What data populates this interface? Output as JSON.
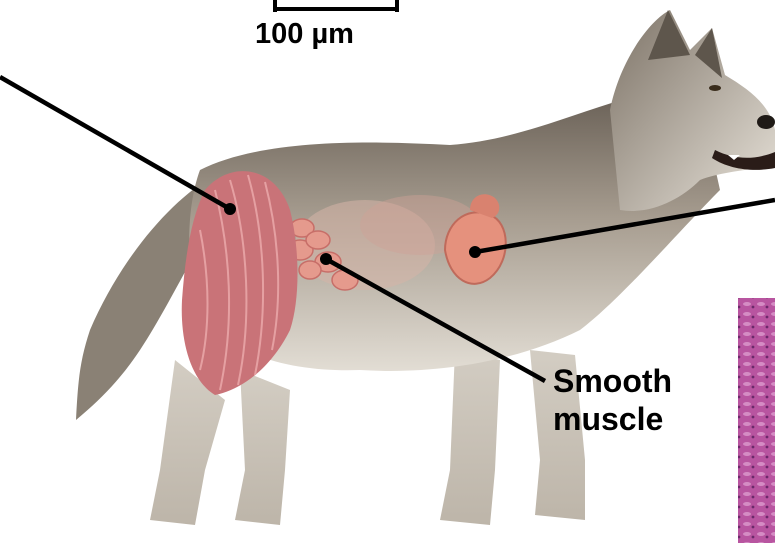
{
  "scale_bar": {
    "label": "100 µm"
  },
  "labels": {
    "smooth_muscle_line1": "Smooth",
    "smooth_muscle_line2": "muscle"
  },
  "colors": {
    "fur_dark": "#6f665b",
    "fur_mid": "#9a9084",
    "fur_light": "#dcd6cc",
    "muscle": "#c9757a",
    "muscle_stripe": "#e6a4a6",
    "organ": "#e39a88",
    "tissue": "#b44f9e"
  },
  "icons": [
    "wolf-illustration",
    "muscle-tissue-micrograph"
  ]
}
